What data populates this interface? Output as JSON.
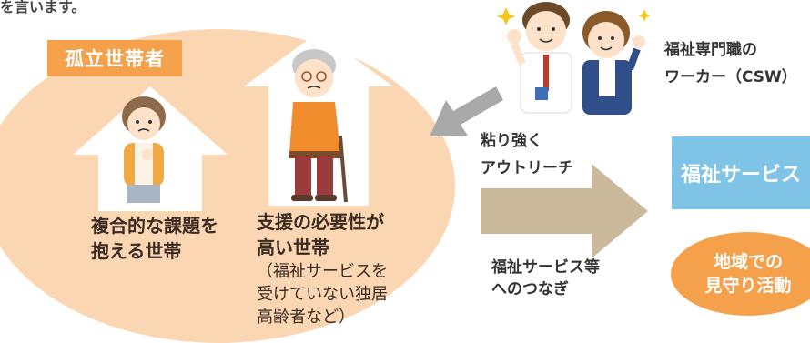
{
  "intro_text": "を言います。",
  "isolated_households_label": "孤立世帯者",
  "household_1": {
    "line1": "複合的な課題を",
    "line2": "抱える世帯"
  },
  "household_2": {
    "line1": "支援の必要性が",
    "line2": "高い世帯",
    "note1": "（福祉サービスを",
    "note2": "受けていない独居",
    "note3": "高齢者など）"
  },
  "csw": {
    "line1": "福祉専門職の",
    "line2": "ワーカー（CSW）"
  },
  "outreach": {
    "line1": "粘り強く",
    "line2": "アウトリーチ"
  },
  "connection": {
    "line1": "福祉サービス等",
    "line2": "へのつなぎ"
  },
  "welfare_services": "福祉サービス",
  "community_watch": {
    "line1": "地域での",
    "line2": "見守り活動"
  },
  "colors": {
    "ellipse": "#fbd6b3",
    "orange_accent": "#f5a04a",
    "blue_box": "#7fc4e6",
    "gray_arrow": "#a9a9a9",
    "tan_arrow": "#cbb99c"
  }
}
